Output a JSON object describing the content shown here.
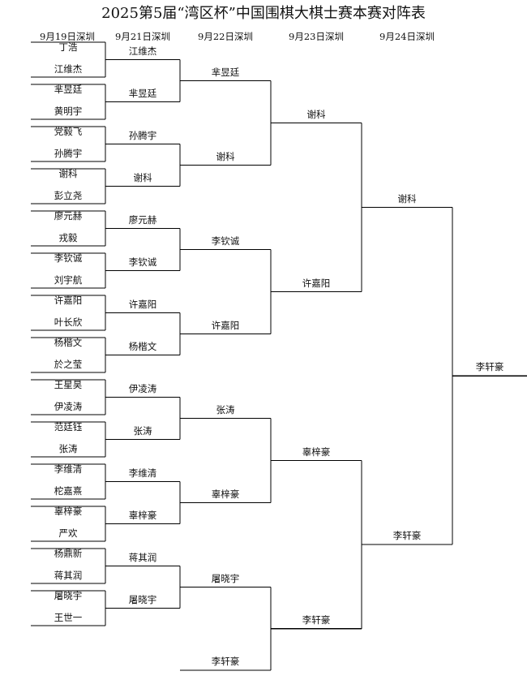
{
  "title": "2025第5届“湾区杯”中国围棋大棋士赛本赛对阵表",
  "dates": [
    "9月19日深圳",
    "9月21日深圳",
    "9月22日深圳",
    "9月23日深圳",
    "9月24日深圳"
  ],
  "round1": [
    [
      "丁浩",
      "江维杰"
    ],
    [
      "芈昱廷",
      "黄明宇"
    ],
    [
      "党毅飞",
      "孙腾宇"
    ],
    [
      "谢科",
      "彭立尧"
    ],
    [
      "廖元赫",
      "戎毅"
    ],
    [
      "李钦诚",
      "刘宇航"
    ],
    [
      "许嘉阳",
      "叶长欣"
    ],
    [
      "杨楷文",
      "於之莹"
    ],
    [
      "王星昊",
      "伊凌涛"
    ],
    [
      "范廷钰",
      "张涛"
    ],
    [
      "李维清",
      "柁嘉熹"
    ],
    [
      "辜梓豪",
      "严欢"
    ],
    [
      "杨鼎新",
      "蒋其润"
    ],
    [
      "屠晓宇",
      "王世一"
    ]
  ],
  "round2": [
    [
      "江维杰",
      "芈昱廷"
    ],
    [
      "孙腾宇",
      "谢科"
    ],
    [
      "廖元赫",
      "李钦诚"
    ],
    [
      "许嘉阳",
      "杨楷文"
    ],
    [
      "伊凌涛",
      "张涛"
    ],
    [
      "李维清",
      "辜梓豪"
    ],
    [
      "蒋其润",
      "屠晓宇"
    ]
  ],
  "round3": [
    [
      "芈昱廷",
      "谢科"
    ],
    [
      "李钦诚",
      "许嘉阳"
    ],
    [
      "张涛",
      "辜梓豪"
    ],
    [
      "屠晓宇",
      "李轩豪"
    ]
  ],
  "round4": [
    [
      "谢科",
      "许嘉阳"
    ],
    [
      "辜梓豪",
      "李轩豪"
    ]
  ],
  "round5": [
    [
      "谢科",
      "李轩豪"
    ]
  ],
  "winner": "李轩豪"
}
